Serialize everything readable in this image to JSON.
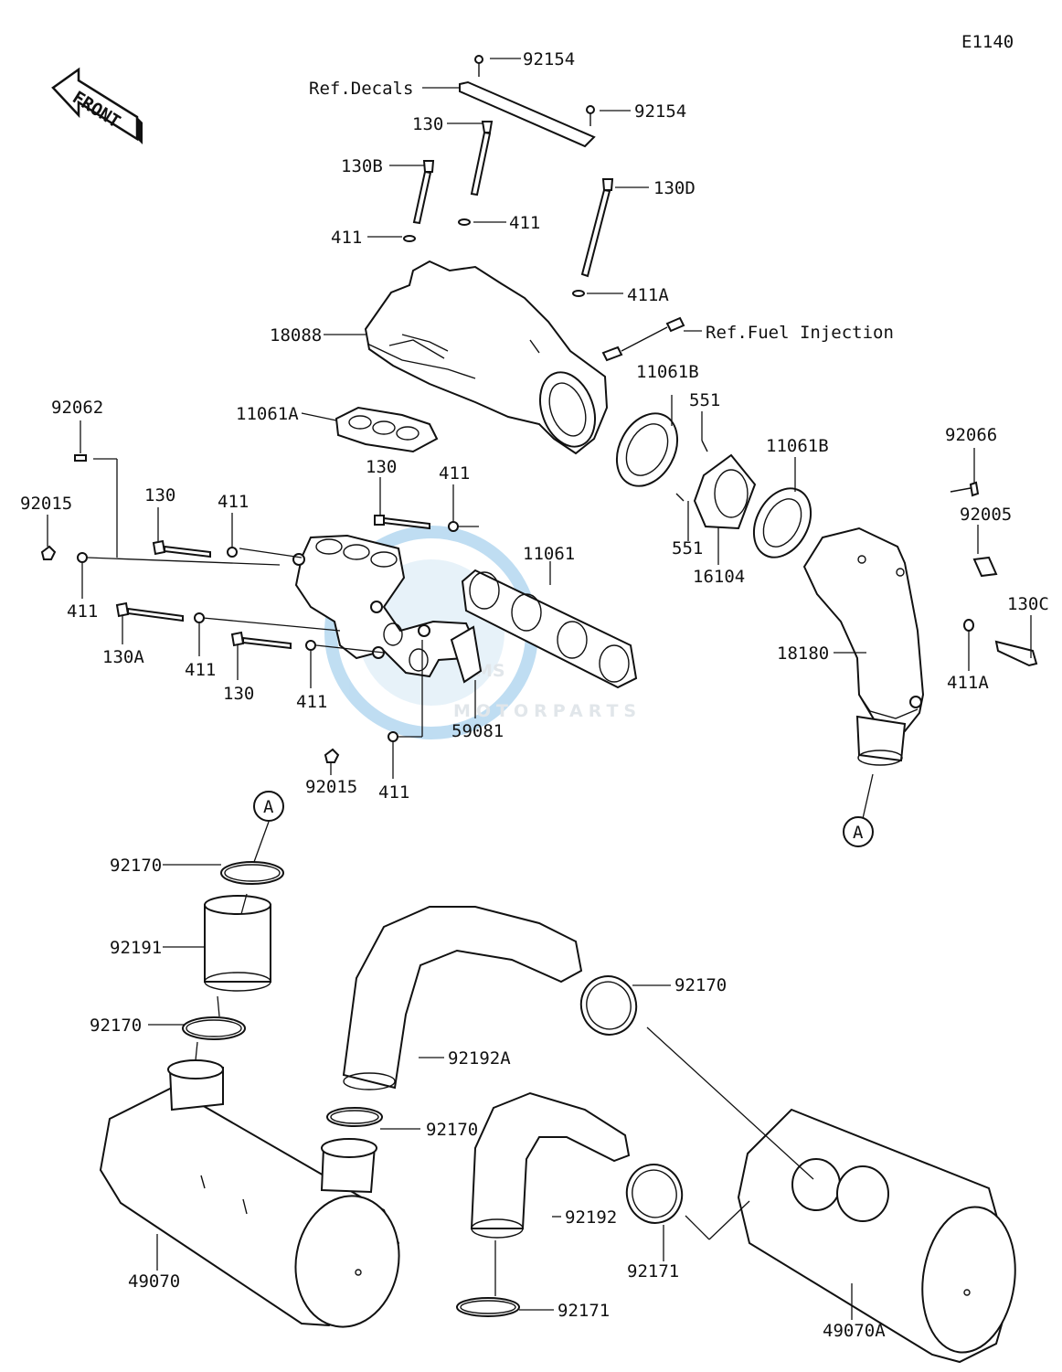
{
  "diagram_code": "E1140",
  "front_label": "FRONT",
  "watermark": {
    "big": "MS",
    "small": "MOTORPARTS",
    "brand_color": "#4a9fd8"
  },
  "refs": {
    "decals": "Ref.Decals",
    "fuel": "Ref.Fuel Injection"
  },
  "labels": {
    "p92154a": "92154",
    "p92154b": "92154",
    "p130a": "130",
    "p130b": "130B",
    "p130d": "130D",
    "p411a": "411",
    "p411b": "411",
    "p411c": "411A",
    "p18088": "18088",
    "p11061b1": "11061B",
    "p551a": "551",
    "p11061b2": "11061B",
    "p92066": "92066",
    "p92005": "92005",
    "p130c": "130C",
    "p92062": "92062",
    "p11061a": "11061A",
    "p130e": "130",
    "p411d": "411",
    "p11061": "11061",
    "p92015a": "92015",
    "p130f": "130",
    "p411e": "411",
    "p411f": "411",
    "p130g": "130A",
    "p411g": "411",
    "p130h": "130",
    "p411h": "411",
    "p551b": "551",
    "p16104": "16104",
    "p18180": "18180",
    "p411i": "411A",
    "p59081": "59081",
    "p92015b": "92015",
    "p411j": "411",
    "pA1": "A",
    "pA2": "A",
    "p92170a": "92170",
    "p92191": "92191",
    "p92170b": "92170",
    "p92192a": "92192A",
    "p92170c": "92170",
    "p92170d": "92170",
    "p92192": "92192",
    "p92171a": "92171",
    "p92171b": "92171",
    "p49070": "49070",
    "p49070a": "49070A"
  }
}
